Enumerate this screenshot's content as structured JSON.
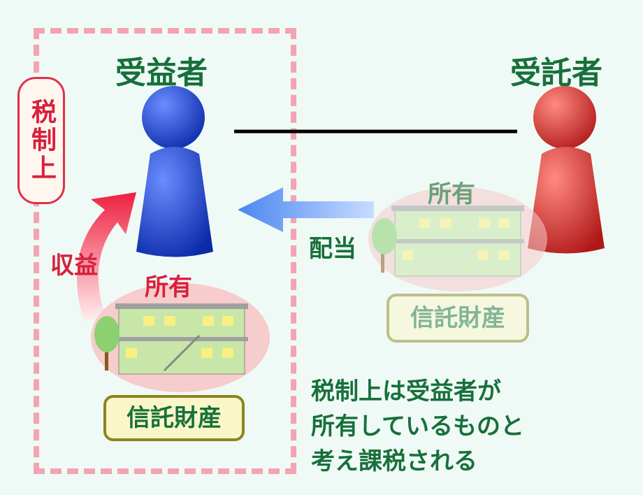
{
  "beneficiary": {
    "label": "受益者",
    "color": "#1f48d0"
  },
  "trustee": {
    "label": "受託者",
    "color": "#d8262a"
  },
  "tax_label": "税制上",
  "income_label": "収益",
  "dividend_label": "配当",
  "left_ownership": "所有",
  "right_ownership": "所有",
  "left_property": "信託財産",
  "right_property": "信託財産",
  "note": [
    "税制上は受益者が",
    "所有しているものと",
    "考え課税される"
  ]
}
